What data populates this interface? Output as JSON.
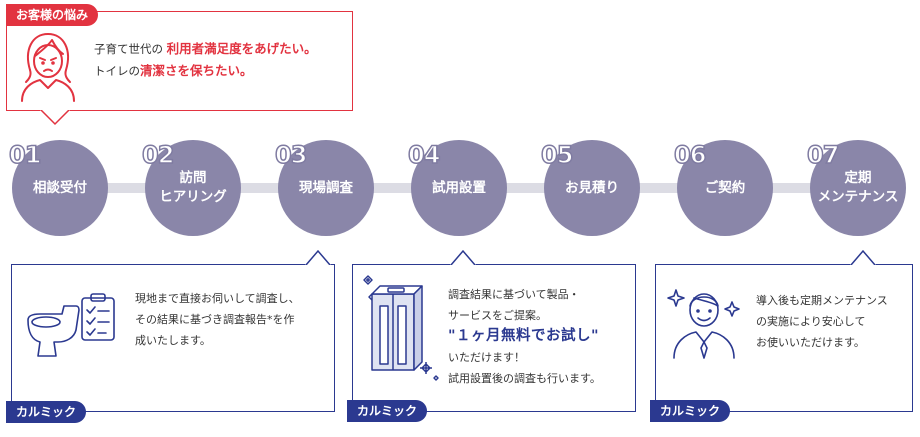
{
  "worry": {
    "tag": "お客様の悩み",
    "line1_pre": "子育て世代の",
    "line1_hl": "利用者満足度をあげたい。",
    "line2_pre": "トイレの",
    "line2_hl": "清潔さを保ちたい。"
  },
  "steps": [
    {
      "num": "01",
      "label": "相談受付"
    },
    {
      "num": "02",
      "label": "訪問\nヒアリング"
    },
    {
      "num": "03",
      "label": "現場調査"
    },
    {
      "num": "04",
      "label": "試用設置"
    },
    {
      "num": "05",
      "label": "お見積り"
    },
    {
      "num": "06",
      "label": "ご契約"
    },
    {
      "num": "07",
      "label": "定期\nメンテナンス"
    }
  ],
  "boxes": [
    {
      "tag": "カルミック",
      "lines": [
        "現地まで直接お伺いして調査し、",
        "その結果に基づき調査報告*を作",
        "成いたします。"
      ]
    },
    {
      "tag": "カルミック",
      "line1": "調査結果に基づいて製品・",
      "line2": "サービスをご提案。",
      "emphasis": "\"１ヶ月無料でお試し\"",
      "line4": "いただけます！",
      "line5": "試用設置後の調査も行います。"
    },
    {
      "tag": "カルミック",
      "lines": [
        "導入後も定期メンテナンス",
        "の実施により安心して",
        "お使いいただけます。"
      ]
    }
  ],
  "colors": {
    "red": "#e23340",
    "navy": "#2b3990",
    "step": "#8a86a9",
    "bar": "#dcdce4"
  }
}
